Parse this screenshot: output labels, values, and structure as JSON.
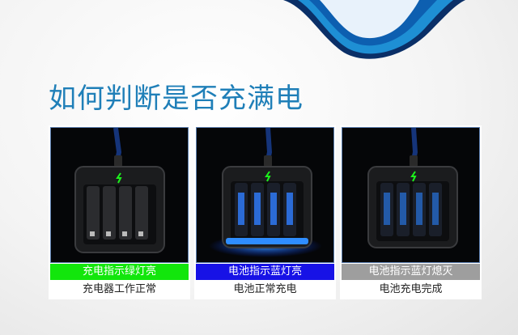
{
  "title": "如何判断是否充满电",
  "accent_color": "#1f7fb8",
  "panels": [
    {
      "status": "充电指示绿灯亮",
      "status_color": "#12e60c",
      "description": "充电器工作正常"
    },
    {
      "status": "电池指示蓝灯亮",
      "status_color": "#1712e6",
      "description": "电池正常充电"
    },
    {
      "status": "电池指示蓝灯熄灭",
      "status_color": "#9e9e9e",
      "description": "电池充电完成"
    }
  ]
}
